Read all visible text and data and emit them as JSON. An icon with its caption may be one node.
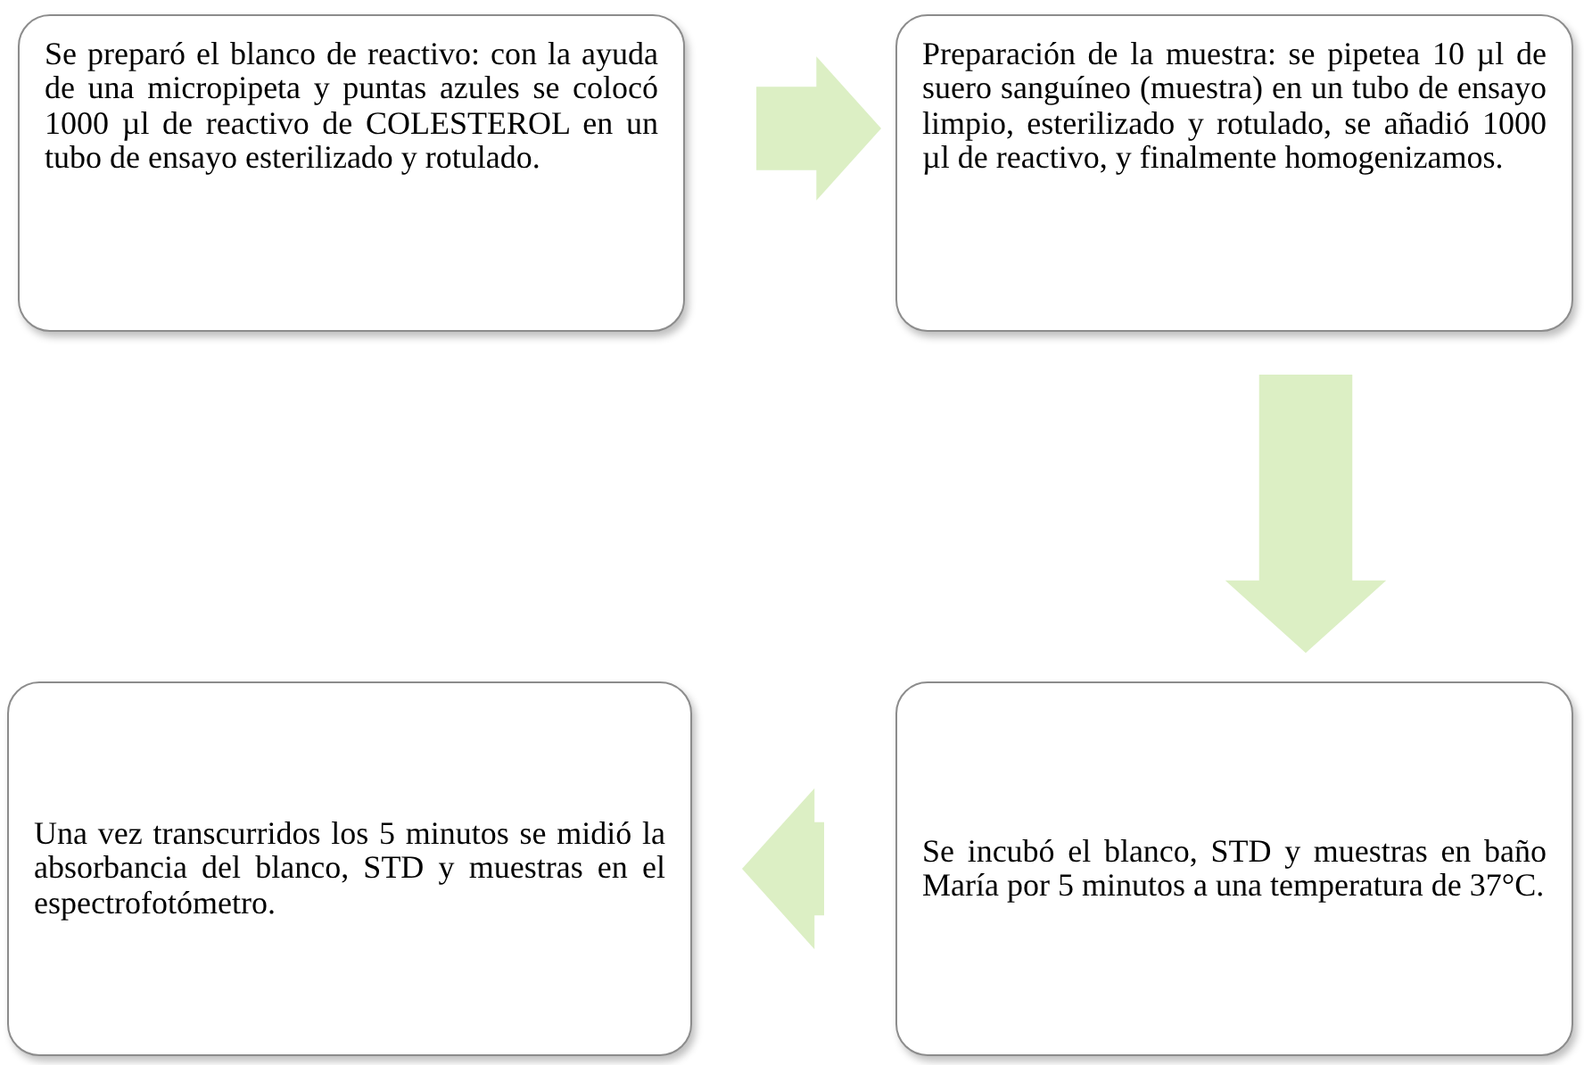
{
  "diagram": {
    "nodes": [
      {
        "text": [
          "Se preparó el blanco de reactivo: con la ayuda de una micropipeta y puntas azules se colocó 1000 µl de reactivo de COLESTEROL en un tubo de ensayo esterilizado y rotulado."
        ]
      },
      {
        "text": [
          "Preparación de la muestra: se pipetea 10 µl de suero sanguíneo (muestra) en un tubo de ensayo limpio, esterilizado y rotulado, se añadió 1000 µl de reactivo, y finalmente homogenizamos."
        ]
      },
      {
        "text": [
          "Se incubó el blanco, STD y muestras en baño María por 5 minutos a una temperatura de 37°C."
        ]
      },
      {
        "text": [
          "Una vez transcurridos los 5 minutos se midió la absorbancia del blanco, STD y muestras en el espectrofotómetro."
        ]
      }
    ],
    "edges": [
      {
        "from": 0,
        "to": 1,
        "arrow": "to"
      },
      {
        "from": 1,
        "to": 2,
        "arrow": "to"
      },
      {
        "from": 2,
        "to": 3,
        "arrow": "to"
      }
    ]
  }
}
